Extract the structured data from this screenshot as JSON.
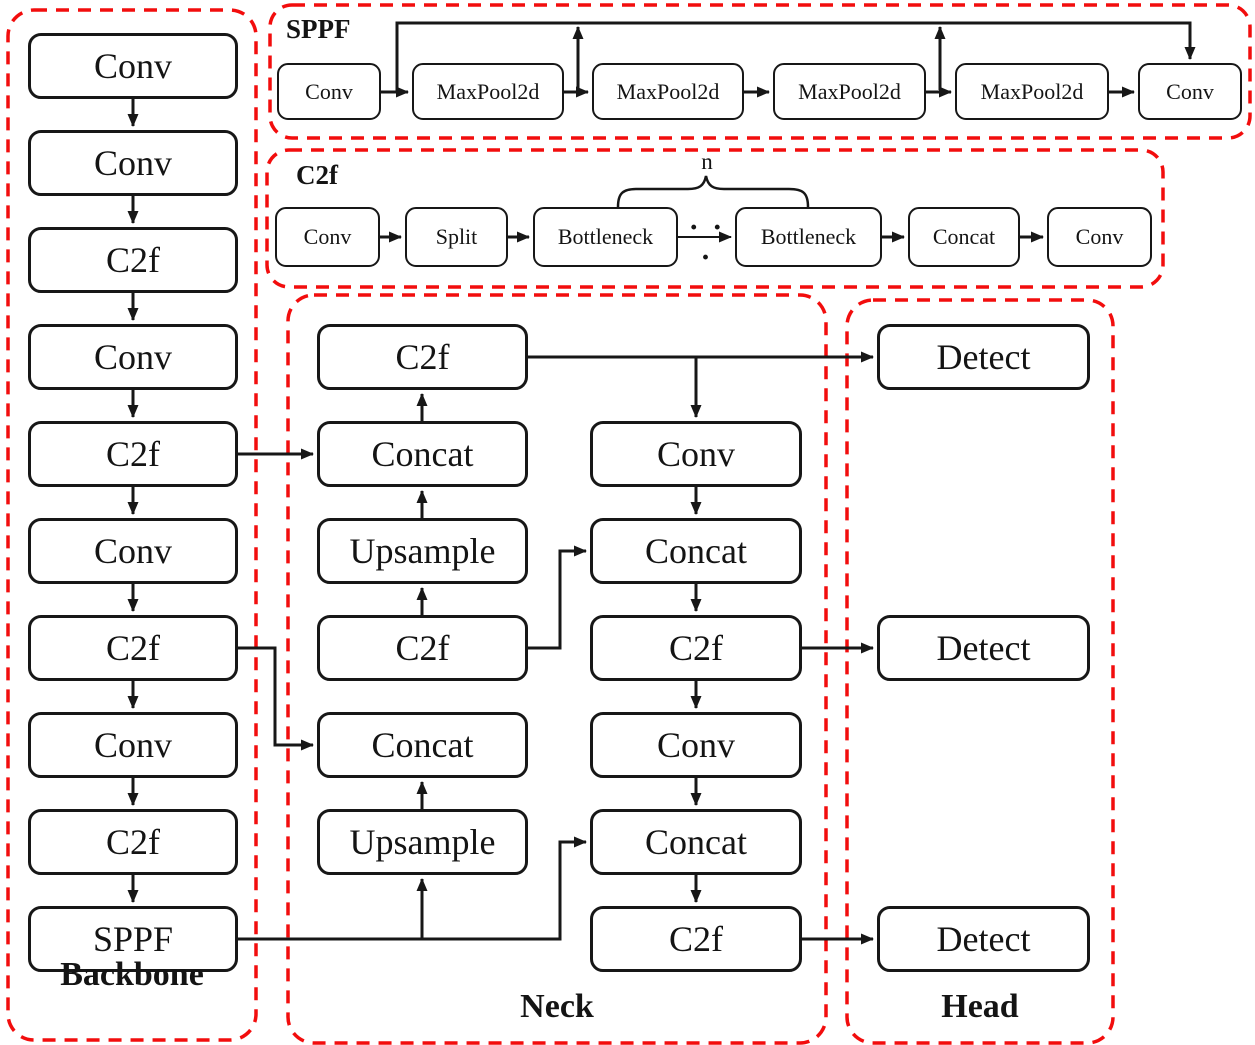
{
  "backbone": {
    "label": "Backbone",
    "nodes": [
      "Conv",
      "Conv",
      "C2f",
      "Conv",
      "C2f",
      "Conv",
      "C2f",
      "Conv",
      "C2f",
      "SPPF"
    ]
  },
  "sppf_detail": {
    "label": "SPPF",
    "nodes": [
      "Conv",
      "MaxPool2d",
      "MaxPool2d",
      "MaxPool2d",
      "MaxPool2d",
      "Conv"
    ]
  },
  "c2f_detail": {
    "label": "C2f",
    "nodes": [
      "Conv",
      "Split",
      "Bottleneck",
      "Bottleneck",
      "Concat",
      "Conv"
    ],
    "repeat_label": "n",
    "ellipsis": "· · ·"
  },
  "neck": {
    "label": "Neck",
    "left_nodes": [
      "C2f",
      "Concat",
      "Upsample",
      "C2f",
      "Concat",
      "Upsample"
    ],
    "right_nodes": [
      "Conv",
      "Concat",
      "C2f",
      "Conv",
      "Concat",
      "C2f"
    ]
  },
  "head": {
    "label": "Head",
    "nodes": [
      "Detect",
      "Detect",
      "Detect"
    ]
  },
  "colors": {
    "container_dashed": "#f20d0d",
    "node_border": "#171717",
    "background": "#ffffff"
  }
}
